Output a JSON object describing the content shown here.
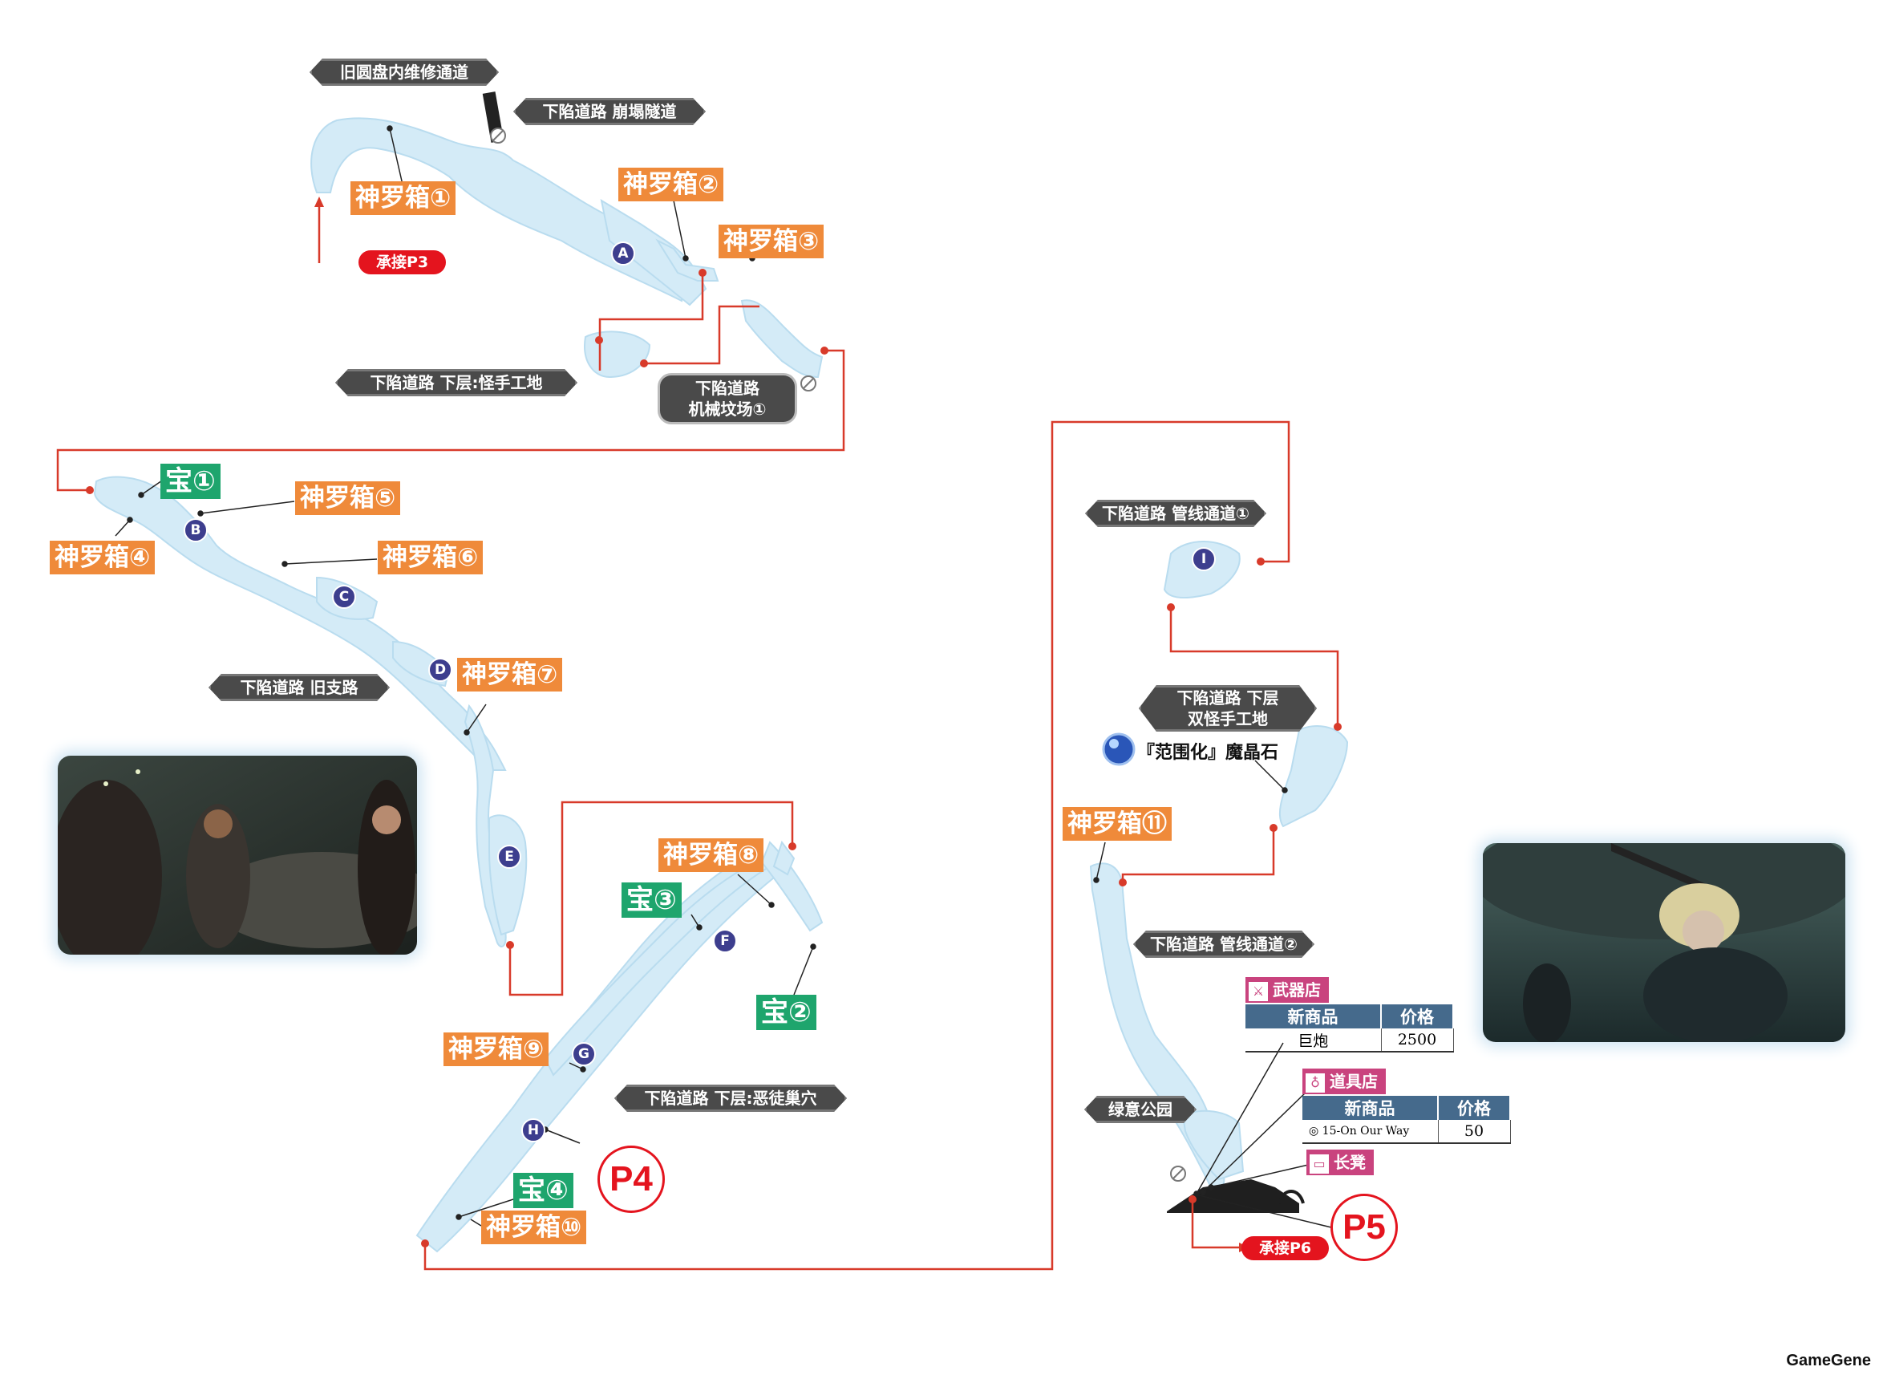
{
  "area_labels": {
    "old_plate_maintenance": "旧圆盘内维修通道",
    "collapsed_tunnel": "下陷道路  崩塌隧道",
    "lower_monster_site": "下陷道路  下层:怪手工地",
    "machine_graveyard_1": "下陷道路",
    "machine_graveyard_2": "机械坟场①",
    "old_branch": "下陷道路  旧支路",
    "pipeline_1": "下陷道路  管线通道①",
    "double_monster_1": "下陷道路  下层",
    "double_monster_2": "双怪手工地",
    "pipeline_2": "下陷道路  管线通道②",
    "villain_nest": "下陷道路  下层:恶徒巢穴",
    "green_park": "绿意公园"
  },
  "shinra_boxes": [
    "神罗箱①",
    "神罗箱②",
    "神罗箱③",
    "神罗箱④",
    "神罗箱⑤",
    "神罗箱⑥",
    "神罗箱⑦",
    "神罗箱⑧",
    "神罗箱⑨",
    "神罗箱⑩",
    "神罗箱⑪"
  ],
  "treasures": [
    "宝①",
    "宝②",
    "宝③",
    "宝④"
  ],
  "nodes": [
    "A",
    "B",
    "C",
    "D",
    "E",
    "F",
    "G",
    "H",
    "I"
  ],
  "connect_from": "承接P3",
  "connect_to": "承接P6",
  "page_marks": [
    "P4",
    "P5"
  ],
  "materia": "『范围化』魔晶石",
  "weapon_shop": {
    "title": "武器店",
    "col_item": "新商品",
    "col_price": "价格",
    "item": "巨炮",
    "price": "2500"
  },
  "item_shop": {
    "title": "道具店",
    "col_item": "新商品",
    "col_price": "价格",
    "item": "15-On Our Way",
    "price": "50"
  },
  "bench": "长凳",
  "credit": "GameGene",
  "colors": {
    "path_water": "#d4ebf7",
    "route_red": "#d83a2a",
    "shinra_orange": "#ef8a3a",
    "treasure_green": "#1ea56d",
    "node_purple": "#3d3e8e"
  }
}
